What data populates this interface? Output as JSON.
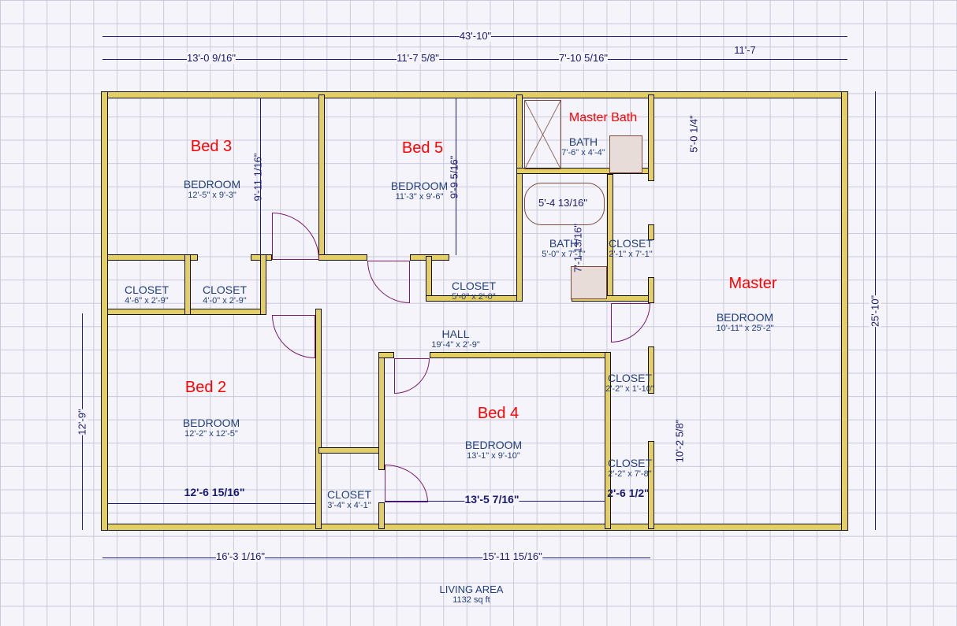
{
  "overall_dims": {
    "width": "43'-10\"",
    "depth": "25'-10\""
  },
  "top_dims": [
    "13'-0 9/16\"",
    "11'-7 5/8\"",
    "7'-10 5/16\"",
    "11'-7"
  ],
  "bottom_dims": [
    "16'-3 1/16\"",
    "15'-11 15/16\""
  ],
  "left_dim": "12'-9\"",
  "interior_dims": {
    "bed3_height": "9'-11 1/16\"",
    "bed5_height": "9'-9 5/16\"",
    "master_bath_height": "5'-0 1/4\"",
    "tub_width": "5'-4 13/16\"",
    "bath_height": "7'-1 13/16\"",
    "bed2_width": "12'-6 15/16\"",
    "bed4_width": "13'-5 7/16\"",
    "closet_width": "2'-6 1/2\"",
    "closet_height": "10'-2 5/8\""
  },
  "room_names": {
    "bed3": "Bed 3",
    "bed5": "Bed 5",
    "bed2": "Bed 2",
    "bed4": "Bed 4",
    "master": "Master",
    "master_bath": "Master Bath"
  },
  "rooms": [
    {
      "id": "bed3",
      "type": "BEDROOM",
      "size": "12'-5\" x 9'-3\""
    },
    {
      "id": "bed5",
      "type": "BEDROOM",
      "size": "11'-3\" x 9'-6\""
    },
    {
      "id": "mbath",
      "type": "BATH",
      "size": "7'-6\" x 4'-4\""
    },
    {
      "id": "bath",
      "type": "BATH",
      "size": "5'-0\" x 7'-1\""
    },
    {
      "id": "closet_a",
      "type": "CLOSET",
      "size": "2'-1\" x 7'-1\""
    },
    {
      "id": "closet_b",
      "type": "CLOSET",
      "size": "4'-6\" x 2'-9\""
    },
    {
      "id": "closet_c",
      "type": "CLOSET",
      "size": "4'-0\" x 2'-9\""
    },
    {
      "id": "closet_d",
      "type": "CLOSET",
      "size": "5'-0\" x 2'-0\""
    },
    {
      "id": "hall",
      "type": "HALL",
      "size": "19'-4\" x 2'-9\""
    },
    {
      "id": "master",
      "type": "BEDROOM",
      "size": "10'-11\" x 25'-2\""
    },
    {
      "id": "bed2",
      "type": "BEDROOM",
      "size": "12'-2\" x 12'-5\""
    },
    {
      "id": "bed4",
      "type": "BEDROOM",
      "size": "13'-1\" x 9'-10\""
    },
    {
      "id": "closet_e",
      "type": "CLOSET",
      "size": "2'-2\" x 1'-10\""
    },
    {
      "id": "closet_f",
      "type": "CLOSET",
      "size": "2'-2\" x 7'-8\""
    },
    {
      "id": "closet_g",
      "type": "CLOSET",
      "size": "3'-4\" x 4'-1\""
    }
  ],
  "living_area": {
    "label": "LIVING AREA",
    "value": "1132 sq ft"
  }
}
